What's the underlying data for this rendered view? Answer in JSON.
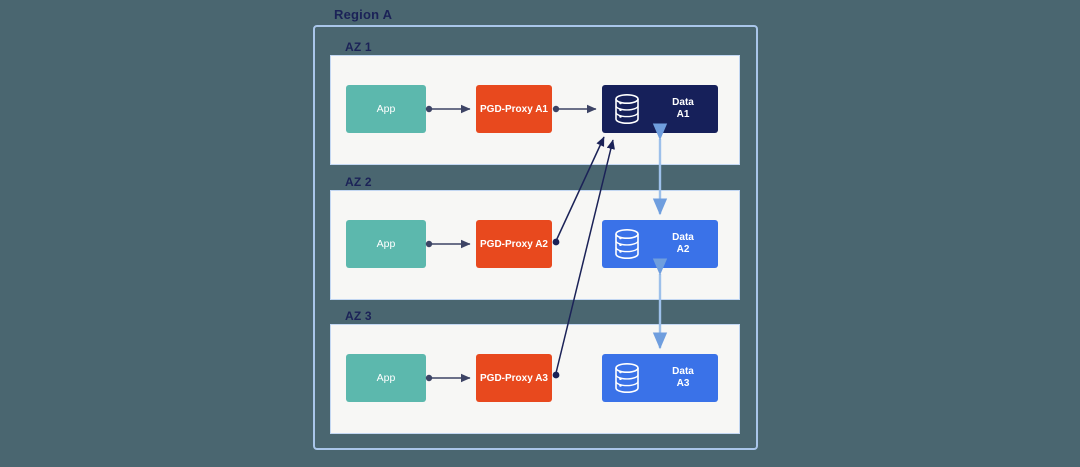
{
  "diagram": {
    "title": "Region A",
    "background_color": "#4a6670",
    "region": {
      "label": "Region A",
      "border_color": "#a9c6ea"
    },
    "zones": [
      {
        "label": "AZ 1",
        "app": {
          "label": "App",
          "color": "#5cb8ad"
        },
        "proxy": {
          "label": "PGD-Proxy A1",
          "color": "#e8491e"
        },
        "data": {
          "label": "Data\nA1",
          "color": "#16205a",
          "role": "primary",
          "icon": "database-icon"
        }
      },
      {
        "label": "AZ 2",
        "app": {
          "label": "App",
          "color": "#5cb8ad"
        },
        "proxy": {
          "label": "PGD-Proxy A2",
          "color": "#e8491e"
        },
        "data": {
          "label": "Data\nA2",
          "color": "#3a72e8",
          "role": "replica",
          "icon": "database-icon"
        }
      },
      {
        "label": "AZ 3",
        "app": {
          "label": "App",
          "color": "#5cb8ad"
        },
        "proxy": {
          "label": "PGD-Proxy A3",
          "color": "#e8491e"
        },
        "data": {
          "label": "Data\nA3",
          "color": "#3a72e8",
          "role": "replica",
          "icon": "database-icon"
        }
      }
    ],
    "connectors": {
      "app_to_proxy_color": "#3d4465",
      "proxy_to_primary_color": "#1b2257",
      "replication_color": "#8fb6e8"
    }
  }
}
